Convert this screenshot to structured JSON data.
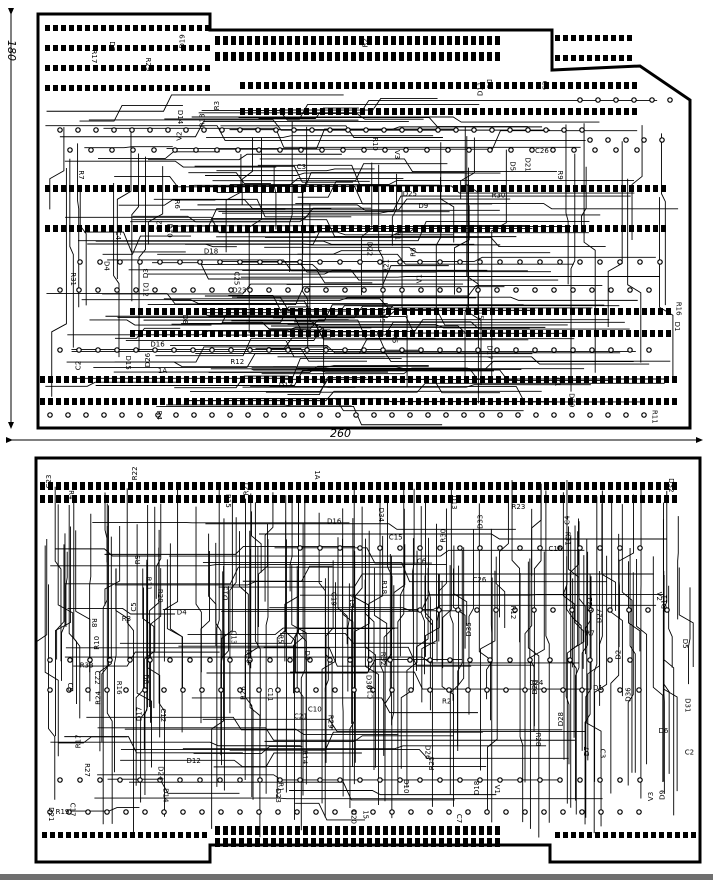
{
  "colors": {
    "ink": "#000000",
    "paper": "#ffffff",
    "footer": "#6f6f6f"
  },
  "dimensions": {
    "width_label": "260",
    "height_label": "180"
  },
  "top_board": {
    "labels": [
      "D12",
      "D6",
      "D8",
      "D2",
      "D13",
      "D1",
      "D29",
      "D17",
      "D4",
      "D15",
      "D14",
      "D18",
      "D16",
      "D19",
      "D10",
      "D11",
      "D3",
      "D9",
      "D5",
      "D21",
      "D7",
      "D22",
      "D23",
      "D25",
      "D26",
      "R1",
      "R2",
      "R3",
      "R4",
      "R5",
      "R6",
      "R7",
      "R8",
      "R9",
      "R10",
      "R11",
      "R12",
      "R15",
      "R16",
      "R17",
      "R18",
      "R21",
      "R29",
      "R30",
      "R31",
      "C1",
      "C2",
      "C3",
      "C4",
      "C5",
      "C25",
      "C26",
      "V1",
      "V2",
      "V3",
      "1A",
      "15"
    ]
  },
  "bottom_board": {
    "labels": [
      "D12",
      "D24",
      "D27",
      "D28",
      "D30",
      "D35",
      "D33",
      "D31",
      "D34",
      "D32",
      "D36",
      "D18",
      "D19",
      "D26",
      "D16",
      "D11",
      "D14",
      "D7",
      "D6",
      "D5",
      "D13",
      "D4",
      "D3",
      "D2",
      "D1",
      "D17",
      "D20",
      "D15",
      "D21",
      "D22",
      "D23",
      "D8",
      "D9",
      "D10",
      "C2",
      "C3",
      "C4",
      "C5",
      "C6",
      "C7",
      "C9",
      "C10",
      "C11",
      "C12",
      "C13",
      "C14",
      "C15",
      "C16",
      "C17",
      "C18",
      "C19",
      "C20",
      "C21",
      "C22",
      "C23",
      "C24",
      "C26",
      "R1",
      "R2",
      "R3",
      "R4",
      "R5",
      "R7",
      "R8",
      "R9",
      "R10",
      "R11",
      "R12",
      "R14",
      "R15",
      "R16",
      "R17",
      "R18",
      "R19",
      "R20",
      "R21",
      "R22",
      "R23",
      "R24",
      "R25",
      "R26",
      "R27",
      "R28",
      "R29",
      "R30",
      "R31",
      "R32",
      "R33",
      "V1",
      "V2",
      "V3",
      "1A",
      "15"
    ]
  }
}
